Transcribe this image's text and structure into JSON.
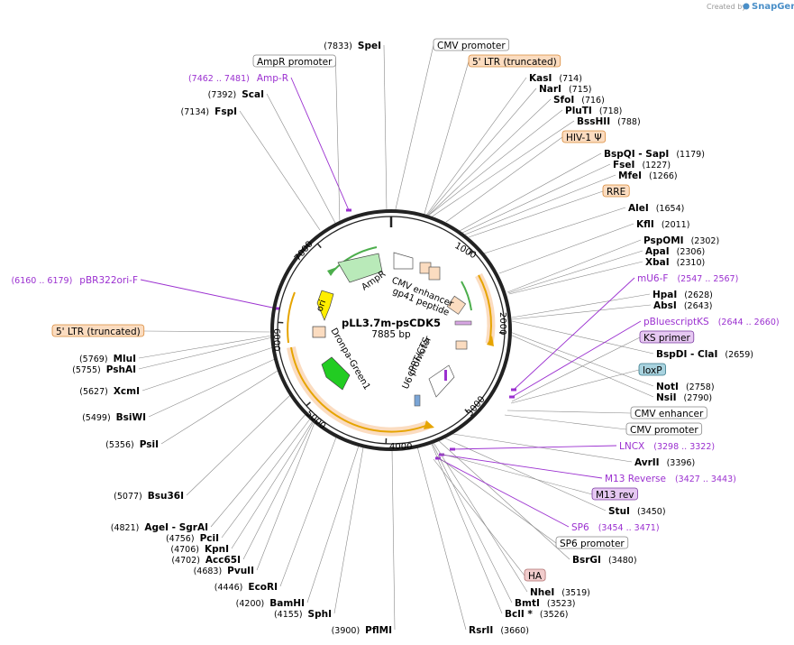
{
  "credit": {
    "created_by": "Created by",
    "brand": "SnapGene"
  },
  "plasmid": {
    "name": "pLL3.7m-psCDK5",
    "size": "7885 bp"
  },
  "ring_ticks": [
    "1000",
    "2000",
    "3000",
    "4000",
    "5000",
    "6000",
    "7000"
  ],
  "sites": [
    {
      "name": "SpeI",
      "pos": "(7833)"
    },
    {
      "name": "ScaI",
      "pos": "(7392)"
    },
    {
      "name": "FspI",
      "pos": "(7134)"
    },
    {
      "name": "KasI",
      "pos": "(714)"
    },
    {
      "name": "NarI",
      "pos": "(715)"
    },
    {
      "name": "SfoI",
      "pos": "(716)"
    },
    {
      "name": "PluTI",
      "pos": "(718)"
    },
    {
      "name": "BssHII",
      "pos": "(788)"
    },
    {
      "name": "BspQI",
      "name2": "SapI",
      "pos": "(1179)"
    },
    {
      "name": "FseI",
      "pos": "(1227)"
    },
    {
      "name": "MfeI",
      "pos": "(1266)"
    },
    {
      "name": "AleI",
      "pos": "(1654)"
    },
    {
      "name": "KflI",
      "pos": "(2011)"
    },
    {
      "name": "PspOMI",
      "pos": "(2302)"
    },
    {
      "name": "ApaI",
      "pos": "(2306)"
    },
    {
      "name": "XbaI",
      "pos": "(2310)"
    },
    {
      "name": "HpaI",
      "pos": "(2628)"
    },
    {
      "name": "AbsI",
      "pos": "(2643)"
    },
    {
      "name": "BspDI",
      "name2": "ClaI",
      "pos": "(2659)"
    },
    {
      "name": "NotI",
      "pos": "(2758)"
    },
    {
      "name": "NsiI",
      "pos": "(2790)"
    },
    {
      "name": "AvrII",
      "pos": "(3396)"
    },
    {
      "name": "StuI",
      "pos": "(3450)"
    },
    {
      "name": "BsrGI",
      "pos": "(3480)"
    },
    {
      "name": "NheI",
      "pos": "(3519)"
    },
    {
      "name": "BmtI",
      "pos": "(3523)"
    },
    {
      "name": "BclI *",
      "pos": "(3526)"
    },
    {
      "name": "RsrII",
      "pos": "(3660)"
    },
    {
      "name": "PflMI",
      "pos": "(3900)"
    },
    {
      "name": "SphI",
      "pos": "(4155)"
    },
    {
      "name": "BamHI",
      "pos": "(4200)"
    },
    {
      "name": "EcoRI",
      "pos": "(4446)"
    },
    {
      "name": "PvuII",
      "pos": "(4683)"
    },
    {
      "name": "Acc65I",
      "pos": "(4702)"
    },
    {
      "name": "KpnI",
      "pos": "(4706)"
    },
    {
      "name": "PciI",
      "pos": "(4756)"
    },
    {
      "name": "AgeI",
      "name2": "SgrAI",
      "pos": "(4821)"
    },
    {
      "name": "Bsu36I",
      "pos": "(5077)"
    },
    {
      "name": "PsiI",
      "pos": "(5356)"
    },
    {
      "name": "BsiWI",
      "pos": "(5499)"
    },
    {
      "name": "XcmI",
      "pos": "(5627)"
    },
    {
      "name": "PshAI",
      "pos": "(5755)"
    },
    {
      "name": "MluI",
      "pos": "(5769)"
    }
  ],
  "primers": [
    {
      "name": "Amp-R",
      "range": "(7462 .. 7481)"
    },
    {
      "name": "pBR322ori-F",
      "range": "(6160 .. 6179)"
    },
    {
      "name": "mU6-F",
      "range": "(2547 .. 2567)"
    },
    {
      "name": "pBluescriptKS",
      "range": "(2644 .. 2660)"
    },
    {
      "name": "LNCX",
      "range": "(3298 .. 3322)"
    },
    {
      "name": "M13 Reverse",
      "range": "(3427 .. 3443)"
    },
    {
      "name": "SP6",
      "range": "(3454 .. 3471)"
    }
  ],
  "boxed_features": [
    "CMV promoter",
    "AmpR promoter",
    "5' LTR (truncated)",
    "HIV-1 Ψ",
    "RRE",
    "KS primer",
    "loxP",
    "CMV enhancer",
    "CMV promoter",
    "M13 rev",
    "SP6 promoter",
    "HA",
    "5' LTR (truncated)"
  ],
  "inner_features": [
    "AmpR",
    "ori",
    "CMV enhancer",
    "gp41 peptide",
    "cPPT/CTS",
    "U6 promoter",
    "Dronpa-Green1"
  ],
  "colors": {
    "primer": "#9b30d0",
    "orange_feat": "#fbdcc0",
    "orange_border": "#d98a3a",
    "purple_feat": "#e6c8f2",
    "blue_feat": "#a9d3df",
    "pink_feat": "#f1cccc",
    "ampr": "#b9eab9",
    "dronpa": "#22cc22",
    "ori": "#ffee00",
    "arc": "#e6a400"
  }
}
